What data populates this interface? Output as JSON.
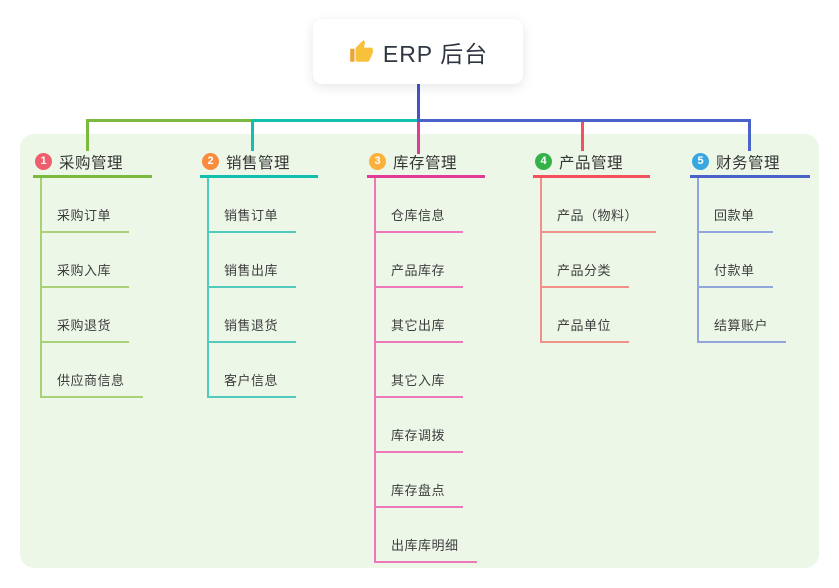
{
  "root": {
    "title": "ERP 后台",
    "icon": "thumbs-up-icon",
    "icon_colors": {
      "hand": "#f7c13c",
      "sleeve": "#eda338"
    }
  },
  "colors": {
    "panel_bg": "#edf7e8",
    "root_connector": "#4553c8",
    "title_text": "#2f3842",
    "branch_label_text": "#353535",
    "child_label_text": "#3d3d3d"
  },
  "branches": [
    {
      "number": "1",
      "label": "采购管理",
      "badge_color": "#ef5e6e",
      "line_color": "#7cb93f",
      "child_line_color": "#a9d178",
      "children": [
        "采购订单",
        "采购入库",
        "采购退货",
        "供应商信息"
      ]
    },
    {
      "number": "2",
      "label": "销售管理",
      "badge_color": "#f98c3d",
      "line_color": "#12bfae",
      "child_line_color": "#52cabd",
      "children": [
        "销售订单",
        "销售出库",
        "销售退货",
        "客户信息"
      ]
    },
    {
      "number": "3",
      "label": "库存管理",
      "badge_color": "#fbb13c",
      "line_color": "#e23a97",
      "child_line_color": "#ee77b8",
      "children": [
        "仓库信息",
        "产品库存",
        "其它出库",
        "其它入库",
        "库存调拨",
        "库存盘点",
        "出库库明细"
      ]
    },
    {
      "number": "4",
      "label": "产品管理",
      "badge_color": "#36b24a",
      "line_color": "#f4515f",
      "child_line_color": "#f2908a",
      "children": [
        "产品（物料）",
        "产品分类",
        "产品单位"
      ]
    },
    {
      "number": "5",
      "label": "财务管理",
      "badge_color": "#38a7e0",
      "line_color": "#4a63c8",
      "child_line_color": "#90a6dd",
      "children": [
        "回款单",
        "付款单",
        "结算账户"
      ]
    }
  ]
}
